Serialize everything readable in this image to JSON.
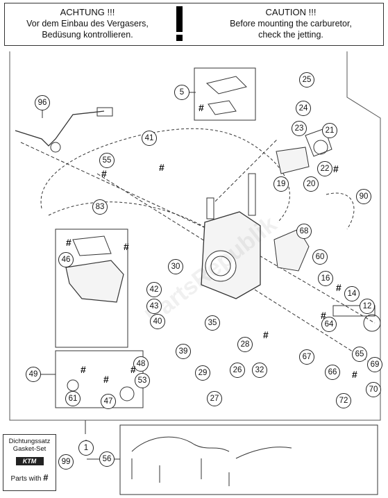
{
  "warning": {
    "de_title": "ACHTUNG !!!",
    "de_line1": "Vor dem Einbau des Vergasers,",
    "de_line2": "Bedüsung kontrollieren.",
    "en_title": "CAUTION !!!",
    "en_line1": "Before mounting the carburetor,",
    "en_line2": "check the jetting."
  },
  "callouts": {
    "c1": "1",
    "c5": "5",
    "c12": "12",
    "c14": "14",
    "c16": "16",
    "c19": "19",
    "c20": "20",
    "c21": "21",
    "c22": "22",
    "c23": "23",
    "c24": "24",
    "c25": "25",
    "c26": "26",
    "c27": "27",
    "c28": "28",
    "c29": "29",
    "c30": "30",
    "c32": "32",
    "c35": "35",
    "c39": "39",
    "c40": "40",
    "c41": "41",
    "c42": "42",
    "c43": "43",
    "c46": "46",
    "c47": "47",
    "c48": "48",
    "c49": "49",
    "c53": "53",
    "c55": "55",
    "c56": "56",
    "c60": "60",
    "c61": "61",
    "c64": "64",
    "c65": "65",
    "c66": "66",
    "c67": "67",
    "c68": "68",
    "c69": "69",
    "c70": "70",
    "c72": "72",
    "c83": "83",
    "c90": "90",
    "c96": "96",
    "c99": "99"
  },
  "hash_symbol": "#",
  "kit": {
    "line1": "Dichtungssatz",
    "line2": "Gasket-Set",
    "logo": "KTM",
    "parts_label": "Parts with",
    "parts_symbol": "#"
  },
  "watermark": "PartsRepublik"
}
